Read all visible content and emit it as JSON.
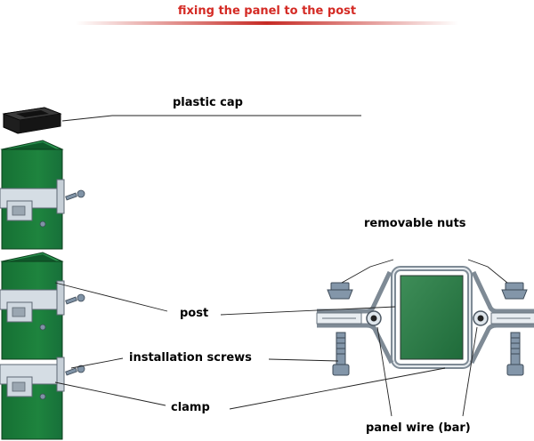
{
  "title": "fixing the panel to the post",
  "colors": {
    "title": "#d42a24",
    "post_green": "#1c7a3a",
    "post_green_top": "#2f9a52",
    "steel": "#c9d3dc",
    "steel_dark": "#7d8994",
    "screw": "#7e92a6",
    "cap": "#2a2a2a",
    "panel_green": "#2a7a45"
  },
  "labels": {
    "plastic_cap": "plastic cap",
    "removable_nuts": "removable nuts",
    "post": "post",
    "installation_screws": "installation screws",
    "clamp": "clamp",
    "panel_wire": "panel wire (bar)"
  }
}
